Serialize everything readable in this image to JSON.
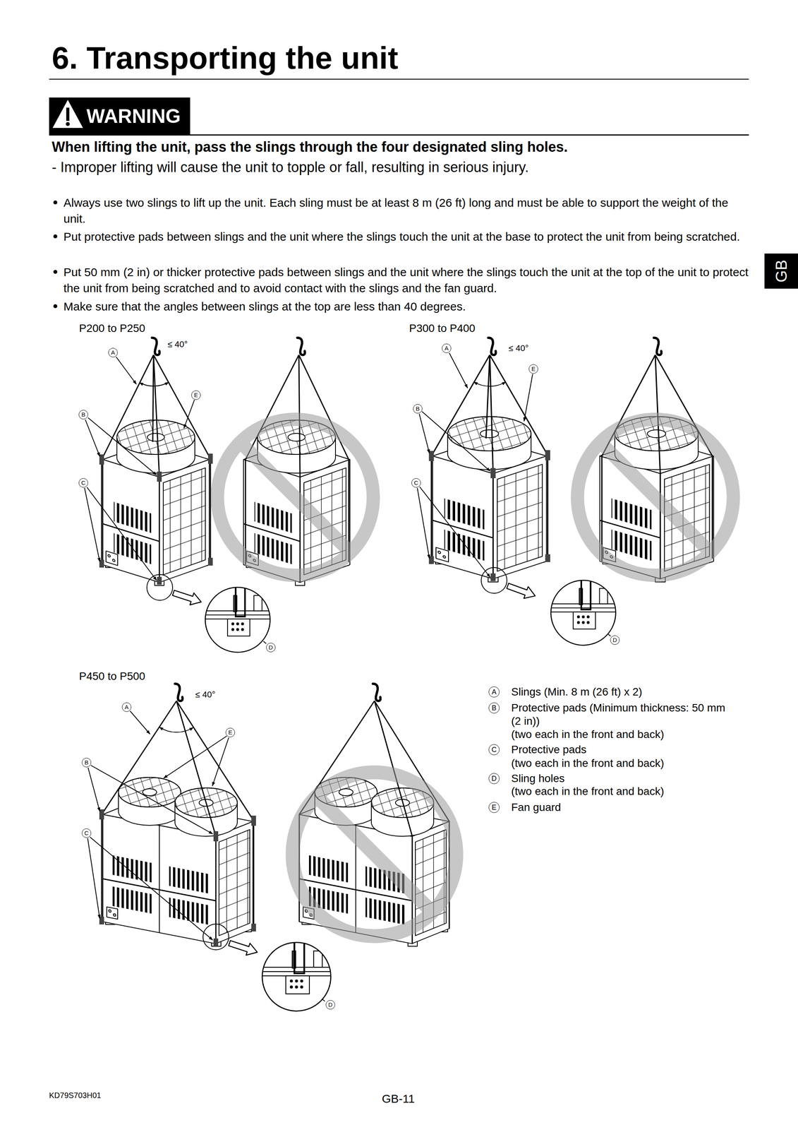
{
  "diagram": {
    "title": "6. Transporting the unit",
    "labels": [
      "WARNING",
      "When lifting the unit, pass the slings through the four designated sling holes.",
      "- Improper lifting will cause the unit to topple or fall, resulting in serious injury.",
      "Always use two slings to lift up the unit. Each sling must be at least 8 m (26 ft) long and must be able to support the weight of the unit.",
      "Put protective pads between slings and the unit where the slings touch the unit at the base to protect the unit from being scratched.",
      "Put 50 mm (2 in) or thicker protective pads between slings and the unit where the slings touch the unit at the top of the unit to protect the unit from being scratched and to avoid contact with the slings and the fan guard.",
      "Make sure that the angles between slings at the top are less than 40 degrees.",
      "GB",
      "P200 to P250",
      "P300 to P400",
      "P450 to P500",
      "A",
      "≤ 40°",
      "E",
      "B",
      "C",
      "D",
      "A",
      "≤ 40°",
      "E",
      "B",
      "C",
      "D",
      "A",
      "≤ 40°",
      "E",
      "B",
      "C",
      "D",
      "A",
      "Slings (Min. 8 m (26 ft) x 2)",
      "B",
      "Protective pads (Minimum thickness: 50 mm (2 in))",
      "(two each in the front and back)",
      "C",
      "Protective pads",
      "(two each in the front and back)",
      "D",
      "Sling holes",
      "(two each in the front and back)",
      "E",
      "Fan guard",
      "KD79S703H01",
      "GB-11"
    ]
  }
}
